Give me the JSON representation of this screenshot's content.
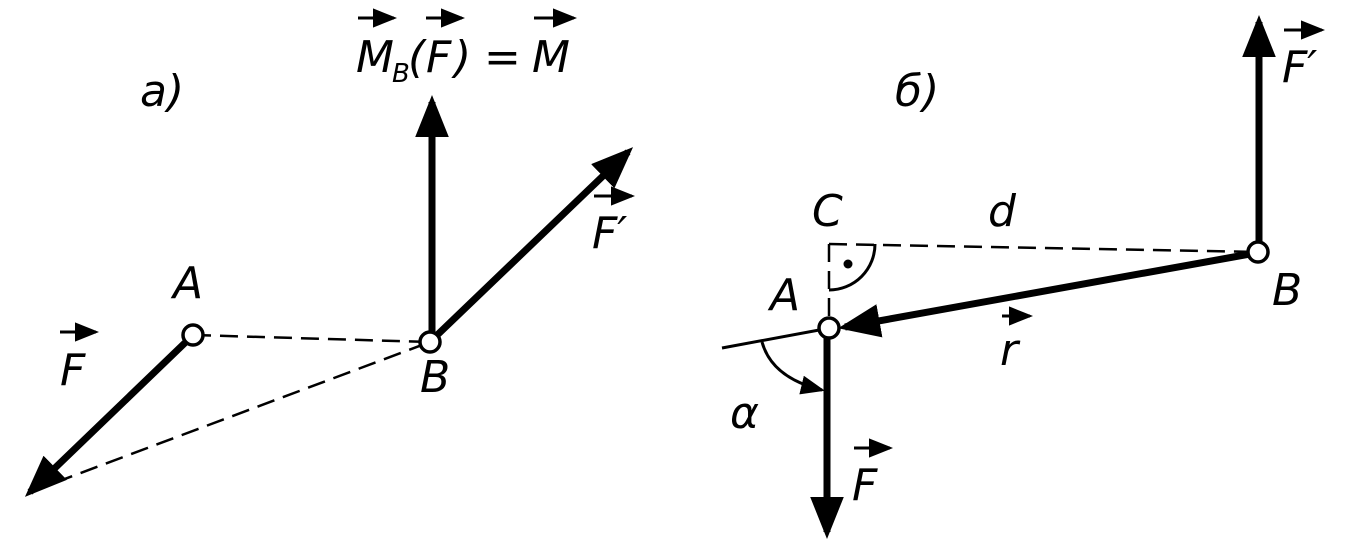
{
  "panels": {
    "a": {
      "caption": "a)"
    },
    "b": {
      "caption": "б)"
    }
  },
  "labels": {
    "a_A": "A",
    "a_B": "B",
    "a_F": "F",
    "a_Fprime": "F′",
    "a_moment_M": "M",
    "a_moment_sub": "B",
    "a_moment_open": "(",
    "a_moment_F": "F",
    "a_moment_close": ")",
    "a_moment_eq": "=",
    "a_moment_rhs": "M",
    "b_A": "A",
    "b_B": "B",
    "b_C": "C",
    "b_d": "d",
    "b_r": "r",
    "b_alpha": "α",
    "b_F": "F",
    "b_Fprime": "F′"
  }
}
